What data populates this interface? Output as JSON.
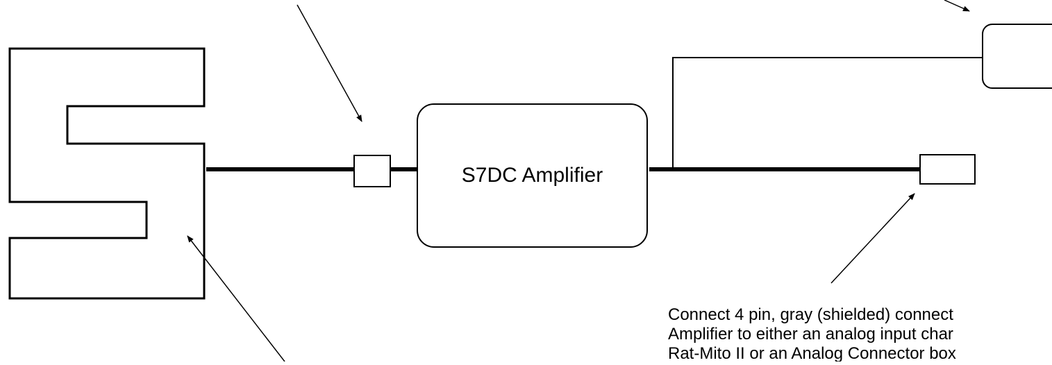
{
  "amplifier": {
    "label": "S7DC Amplifier"
  },
  "annotation": {
    "lines": [
      "Connect 4 pin, gray (shielded) connect",
      "Amplifier to either an analog input char",
      "Rat-Mito II or an Analog Connector box"
    ]
  }
}
